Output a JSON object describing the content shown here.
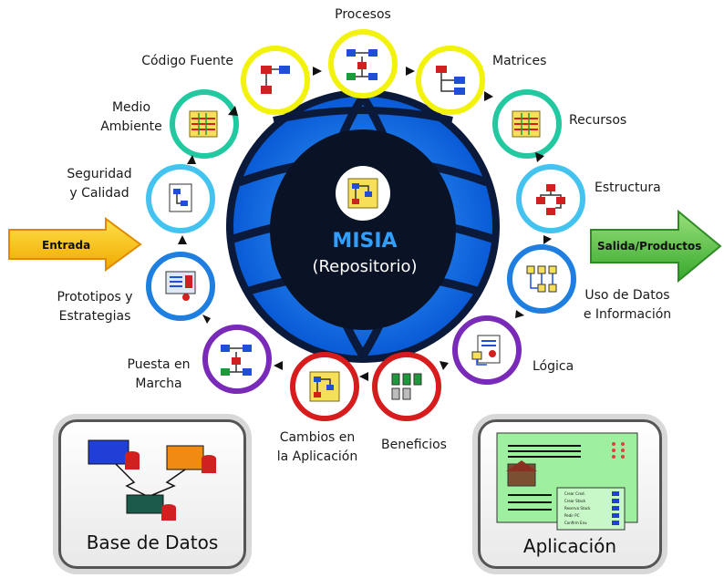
{
  "center": {
    "title": "MISIA",
    "subtitle": "(Repositorio)"
  },
  "input_label": "Entrada",
  "output_label": "Salida/Productos",
  "nodes": {
    "procesos": "Procesos",
    "matrices": "Matrices",
    "recursos": "Recursos",
    "estructura": "Estructura",
    "uso_datos": "Uso de Datos\ne Información",
    "logica": "Lógica",
    "beneficios": "Beneficios",
    "cambios": "Cambios en\nla Aplicación",
    "puesta": "Puesta en\nMarcha",
    "prototipos": "Prototipos y\nEstrategias",
    "seguridad": "Seguridad\ny Calidad",
    "medio": "Medio\nAmbiente",
    "codigo": "Código Fuente"
  },
  "db_box": {
    "title": "Base de Datos"
  },
  "app_box": {
    "title": "Aplicación",
    "form_rows": [
      "Crear Cred.",
      "Crear Stack",
      "Reserva Stack",
      "Pedir PC",
      "Confirm Env."
    ]
  },
  "colors": {
    "yellow": "#f2f20a",
    "teal": "#22c9a0",
    "sky": "#44c2f0",
    "blue": "#1f7fe0",
    "purple": "#7a2ab8",
    "red": "#d61c1c",
    "input_arrow": "#f6c90e",
    "output_arrow": "#5cc04a"
  }
}
